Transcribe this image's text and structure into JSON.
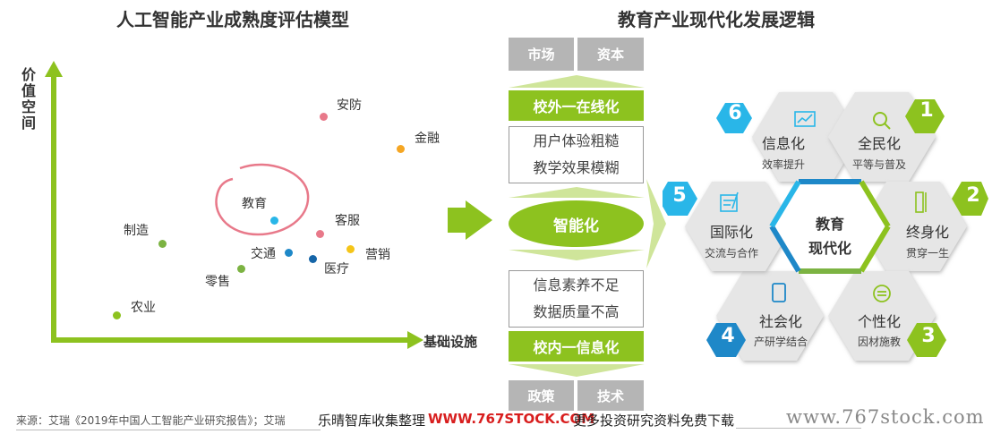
{
  "left": {
    "title": "人工智能产业成熟度评估模型",
    "y_axis_label": "价值空间",
    "x_axis_label": "基础设施",
    "axis_color": "#8dc21f",
    "points": [
      {
        "label": "安防",
        "color": "#e8798a"
      },
      {
        "label": "金融",
        "color": "#f5a623"
      },
      {
        "label": "教育",
        "color": "#29b6e8"
      },
      {
        "label": "客服",
        "color": "#e8798a"
      },
      {
        "label": "制造",
        "color": "#7cb342"
      },
      {
        "label": "交通",
        "color": "#1e88c8"
      },
      {
        "label": "营销",
        "color": "#f5c518"
      },
      {
        "label": "医疗",
        "color": "#1565a8"
      },
      {
        "label": "零售",
        "color": "#7cb342"
      },
      {
        "label": "农业",
        "color": "#8dc21f"
      }
    ]
  },
  "middle": {
    "top_cells": [
      "市场",
      "资本"
    ],
    "school_external": "校外一在线化",
    "issues_top": [
      "用户体验粗糙",
      "教学效果模糊"
    ],
    "core": "智能化",
    "issues_bottom": [
      "信息素养不足",
      "数据质量不高"
    ],
    "school_internal": "校内一信息化",
    "bottom_cells": [
      "政策",
      "技术"
    ]
  },
  "right": {
    "title": "教育产业现代化发展逻辑",
    "center_line1": "教育",
    "center_line2": "现代化",
    "items": [
      {
        "num": "1",
        "title": "全民化",
        "sub": "平等与普及",
        "badge_color": "#8dc21f",
        "icon": "search-icon"
      },
      {
        "num": "2",
        "title": "终身化",
        "sub": "贯穿一生",
        "badge_color": "#8dc21f",
        "icon": "ruler-icon"
      },
      {
        "num": "3",
        "title": "个性化",
        "sub": "因材施教",
        "badge_color": "#8dc21f",
        "icon": "chat-icon"
      },
      {
        "num": "4",
        "title": "社会化",
        "sub": "产研学结合",
        "badge_color": "#1e88c8",
        "icon": "tablet-icon"
      },
      {
        "num": "5",
        "title": "国际化",
        "sub": "交流与合作",
        "badge_color": "#29b6e8",
        "icon": "document-pen-icon"
      },
      {
        "num": "6",
        "title": "信息化",
        "sub": "效率提升",
        "badge_color": "#29b6e8",
        "icon": "chart-board-icon"
      }
    ]
  },
  "footer": {
    "source": "来源：艾瑞《2019年中国人工智能产业研究报告》；艾瑞",
    "watermark_cn": "乐晴智库收集整理",
    "watermark_brand": "WWW.767STOCK.COM",
    "watermark_rest": "更多投资研究资料免费下载",
    "watermark_url": "www.767stock.com"
  }
}
